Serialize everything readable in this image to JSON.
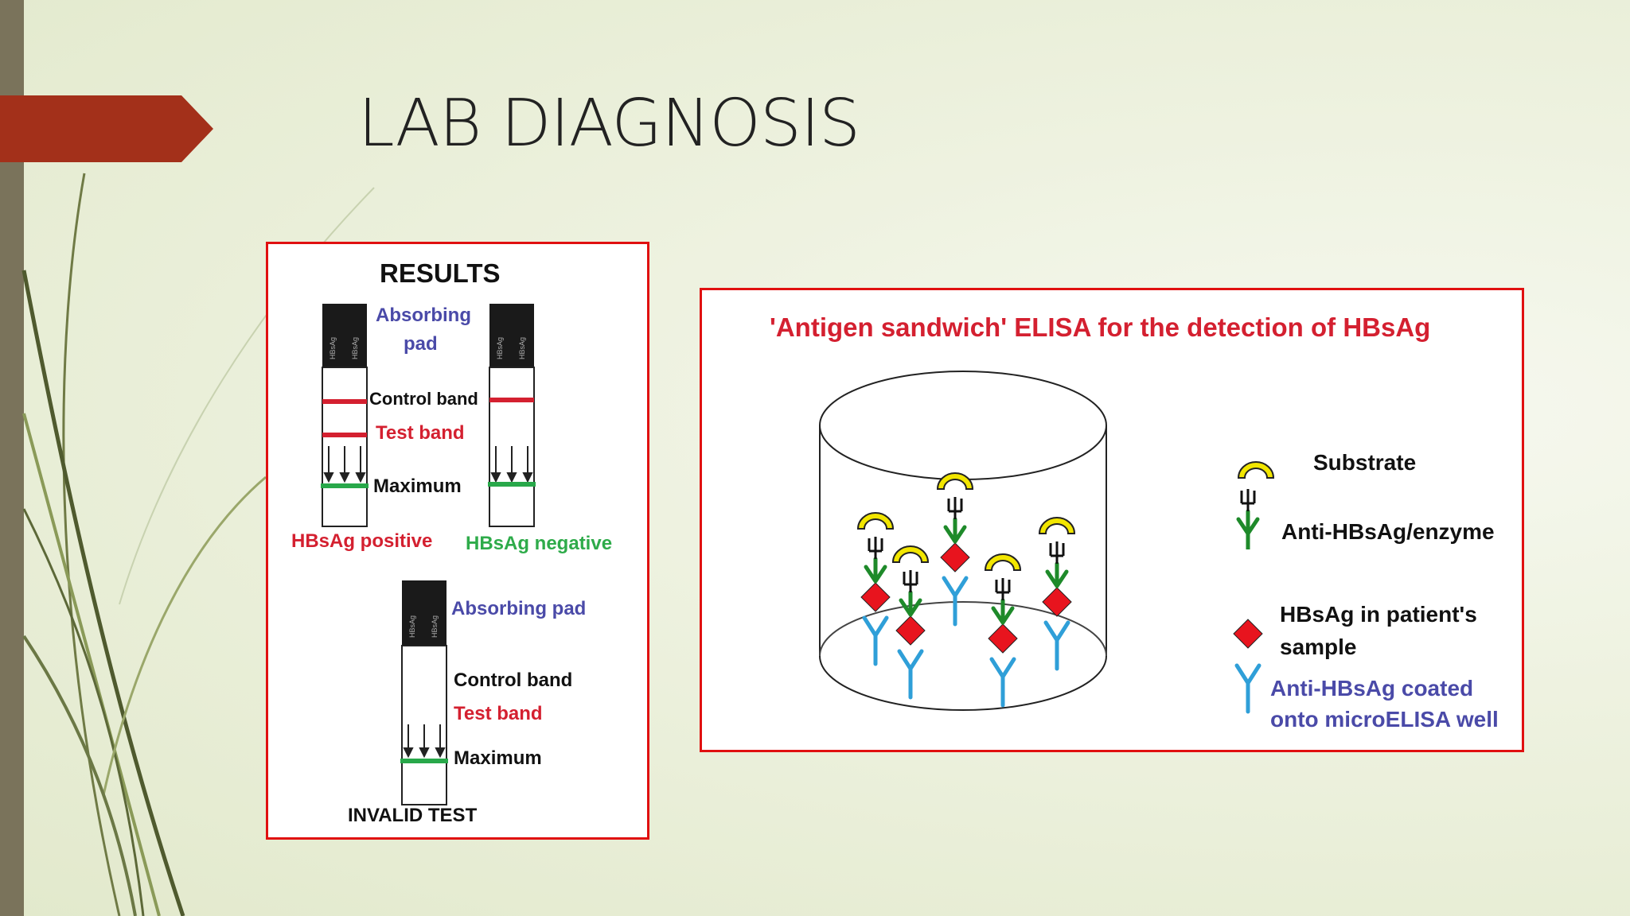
{
  "slide": {
    "title": "LAB DIAGNOSIS",
    "accent_color": "#a3301a",
    "side_bar_color": "#7a735b"
  },
  "results": {
    "heading": "RESULTS",
    "strip_pad_text": "HBsAg",
    "absorbing_pad": "Absorbing",
    "absorbing_pad_2": "pad",
    "control_band": "Control band",
    "test_band": "Test band",
    "maximum": "Maximum",
    "positive_label": "HBsAg positive",
    "negative_label": "HBsAg negative",
    "absorbing_pad_invalid": "Absorbing pad",
    "control_band_invalid": "Control band",
    "test_band_invalid": "Test band",
    "maximum_invalid": "Maximum",
    "invalid_label": "INVALID TEST"
  },
  "elisa": {
    "title": "'Antigen sandwich' ELISA for the detection of  HBsAg",
    "legend": {
      "substrate": "Substrate",
      "enzyme": "Anti-HBsAg/enzyme",
      "antigen_line1": "HBsAg in patient's",
      "antigen_line2": "sample",
      "coated_line1": "Anti-HBsAg coated",
      "coated_line2": "onto microELISA well"
    }
  },
  "colors": {
    "red": "#d42030",
    "blue": "#4a4aa8",
    "green": "#2eab4a",
    "strip_green": "#28a84a",
    "antibody_blue": "#2f9fd8",
    "antibody_green": "#1e8a2a",
    "substrate_yellow": "#f2e600",
    "diamond_red": "#e8141e"
  }
}
